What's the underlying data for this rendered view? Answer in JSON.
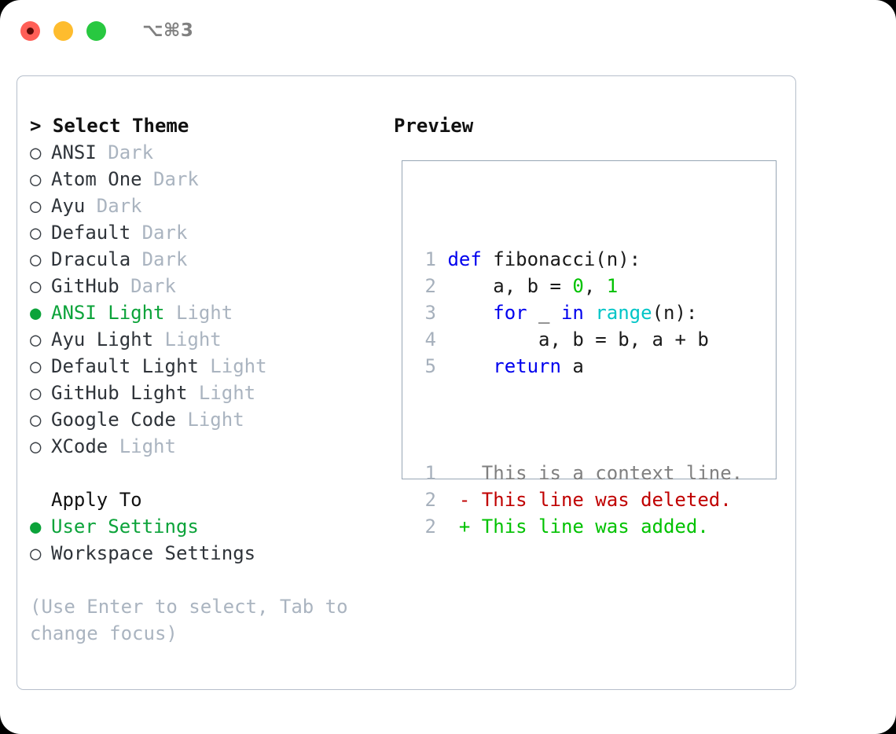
{
  "titlebar": {
    "shortcut": "⌥⌘3",
    "lights": [
      {
        "name": "close",
        "color": "#ff5f57"
      },
      {
        "name": "minimize",
        "color": "#febc2e"
      },
      {
        "name": "zoom",
        "color": "#28c840"
      }
    ]
  },
  "theme_picker": {
    "heading": "> Select Theme",
    "bullet_selected": "●",
    "bullet_unselected": "○",
    "items": [
      {
        "name": "ANSI",
        "kind": "Dark",
        "selected": false
      },
      {
        "name": "Atom One",
        "kind": "Dark",
        "selected": false
      },
      {
        "name": "Ayu",
        "kind": "Dark",
        "selected": false
      },
      {
        "name": "Default",
        "kind": "Dark",
        "selected": false
      },
      {
        "name": "Dracula",
        "kind": "Dark",
        "selected": false
      },
      {
        "name": "GitHub",
        "kind": "Dark",
        "selected": false
      },
      {
        "name": "ANSI Light",
        "kind": "Light",
        "selected": true
      },
      {
        "name": "Ayu Light",
        "kind": "Light",
        "selected": false
      },
      {
        "name": "Default Light",
        "kind": "Light",
        "selected": false
      },
      {
        "name": "GitHub Light",
        "kind": "Light",
        "selected": false
      },
      {
        "name": "Google Code",
        "kind": "Light",
        "selected": false
      },
      {
        "name": "XCode",
        "kind": "Light",
        "selected": false
      }
    ]
  },
  "apply_to": {
    "heading": "Apply To",
    "items": [
      {
        "name": "User Settings",
        "selected": true
      },
      {
        "name": "Workspace Settings",
        "selected": false
      }
    ]
  },
  "hint": "(Use Enter to select, Tab to change focus)",
  "preview": {
    "title": "Preview",
    "code_lines": [
      {
        "ln": "1",
        "tokens": [
          {
            "t": "def ",
            "c": "kw"
          },
          {
            "t": "fibonacci(n):",
            "c": "txt"
          }
        ]
      },
      {
        "ln": "2",
        "tokens": [
          {
            "t": "    a, b = ",
            "c": "txt"
          },
          {
            "t": "0",
            "c": "num"
          },
          {
            "t": ", ",
            "c": "txt"
          },
          {
            "t": "1",
            "c": "num"
          }
        ]
      },
      {
        "ln": "3",
        "tokens": [
          {
            "t": "    ",
            "c": "txt"
          },
          {
            "t": "for",
            "c": "kw"
          },
          {
            "t": " _ ",
            "c": "txt"
          },
          {
            "t": "in",
            "c": "kw"
          },
          {
            "t": " ",
            "c": "txt"
          },
          {
            "t": "range",
            "c": "fn"
          },
          {
            "t": "(n):",
            "c": "txt"
          }
        ]
      },
      {
        "ln": "4",
        "tokens": [
          {
            "t": "        a, b = b, a + b",
            "c": "txt"
          }
        ]
      },
      {
        "ln": "5",
        "tokens": [
          {
            "t": "    ",
            "c": "txt"
          },
          {
            "t": "return",
            "c": "kw"
          },
          {
            "t": " a",
            "c": "txt"
          }
        ]
      }
    ],
    "diff_lines": [
      {
        "ln": "1",
        "marker": " ",
        "text": " This is a context line.",
        "kind": "ctx"
      },
      {
        "ln": "2",
        "marker": "-",
        "text": " This line was deleted.",
        "kind": "del"
      },
      {
        "ln": "2",
        "marker": "+",
        "text": " This line was added.",
        "kind": "add"
      }
    ]
  },
  "colors": {
    "accent_green": "#0ca33a",
    "muted": "#aab4c0",
    "border": "#b6bfcb",
    "preview_border": "#97a6b5",
    "keyword": "#0000ee",
    "function": "#00c5c7",
    "number": "#00c200",
    "diff_added": "#00c200",
    "diff_deleted": "#c00000",
    "diff_context": "#808080"
  }
}
